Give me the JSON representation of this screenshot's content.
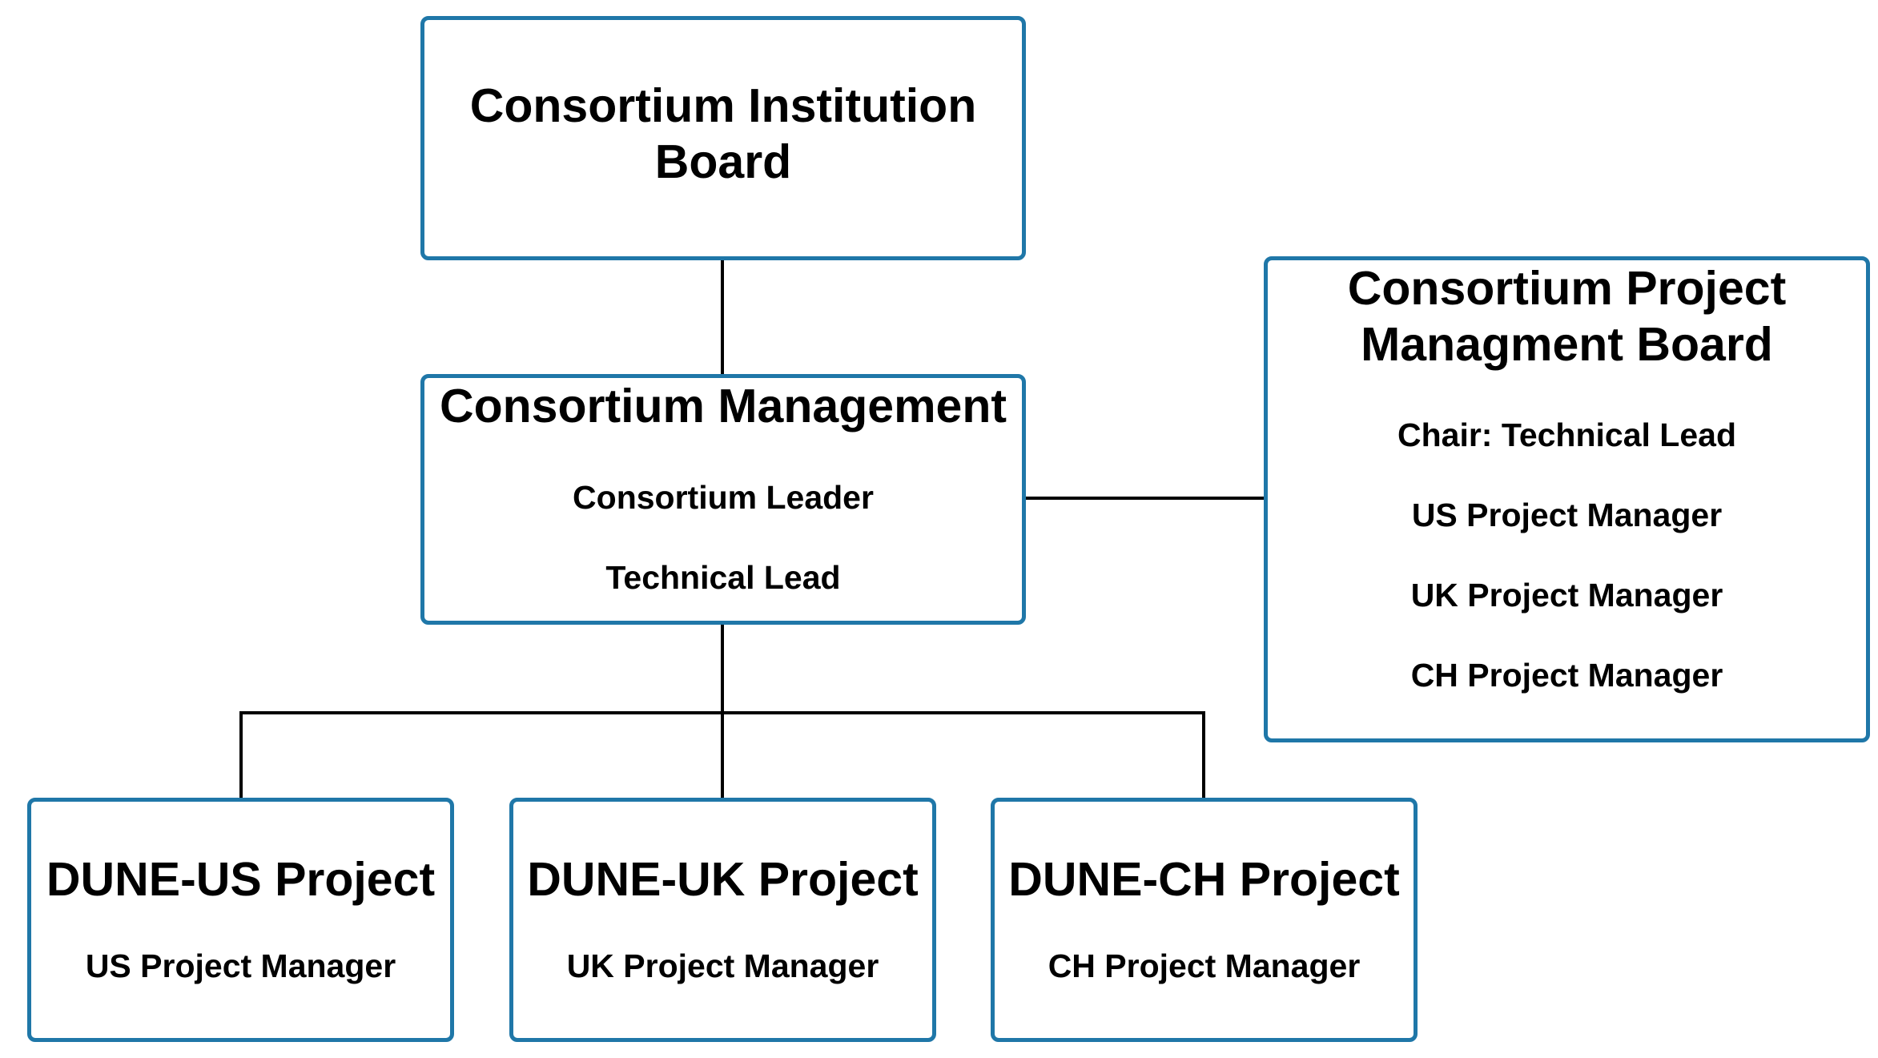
{
  "colors": {
    "box_border": "#1f77a8",
    "connector": "#000000",
    "background": "#ffffff",
    "text": "#000000"
  },
  "institution_board": {
    "title_line1": "Consortium Institution",
    "title_line2": "Board"
  },
  "management": {
    "title": "Consortium Management",
    "roles": [
      "Consortium Leader",
      "Technical Lead"
    ]
  },
  "pmb": {
    "title_line1": "Consortium Project",
    "title_line2": "Managment Board",
    "members": [
      "Chair: Technical Lead",
      "US Project Manager",
      "UK Project Manager",
      "CH Project Manager"
    ]
  },
  "projects": [
    {
      "title": "DUNE-US Project",
      "manager": "US Project Manager"
    },
    {
      "title": "DUNE-UK Project",
      "manager": "UK Project Manager"
    },
    {
      "title": "DUNE-CH Project",
      "manager": "CH Project Manager"
    }
  ]
}
